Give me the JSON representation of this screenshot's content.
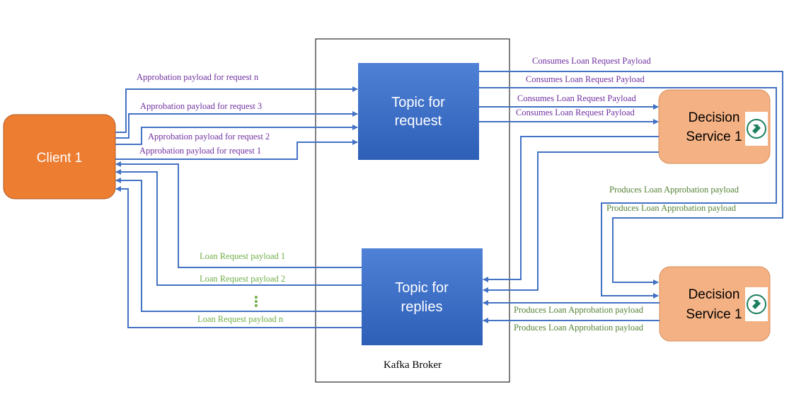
{
  "colors": {
    "arrow": "#4472c4",
    "client": "#ed7d31",
    "client_border": "#ae5a21",
    "topic_top": "#4f81d6",
    "topic_bottom": "#2e5fb7",
    "service": "#f4b183",
    "service_border": "#d9905e",
    "purple_text": "#7030a0",
    "green_text": "#70ad47",
    "dark_green_text": "#548235",
    "icon": "#1b7f5f"
  },
  "nodes": {
    "client": "Client 1",
    "topic_request": [
      "Topic for",
      "request"
    ],
    "topic_replies": [
      "Topic for",
      "replies"
    ],
    "decision_service_top": [
      "Decision",
      "Service 1"
    ],
    "decision_service_bottom": [
      "Decision",
      "Service 1"
    ],
    "broker": "Kafka Broker",
    "service_icon": "decision-service-logo-icon"
  },
  "edges": {
    "approbation_n": "Approbation payload for request n",
    "approbation_3": "Approbation payload for request 3",
    "approbation_2": "Approbation payload for request 2",
    "approbation_1": "Approbation payload for request 1",
    "consumes_1": "Consumes Loan Request Payload",
    "consumes_2": "Consumes Loan Request Payload",
    "consumes_3": "Consumes Loan Request Payload",
    "consumes_4": "Consumes Loan Request Payload",
    "produces_1": "Produces Loan Approbation payload",
    "produces_2": "Produces Loan Approbation payload",
    "produces_3": "Produces Loan Approbation payload",
    "produces_4": "Produces Loan Approbation payload",
    "loan_request_1": "Loan Request payload 1",
    "loan_request_2": "Loan Request payload 2",
    "loan_request_n": "Loan Request payload n",
    "ellipsis": "⋮"
  }
}
